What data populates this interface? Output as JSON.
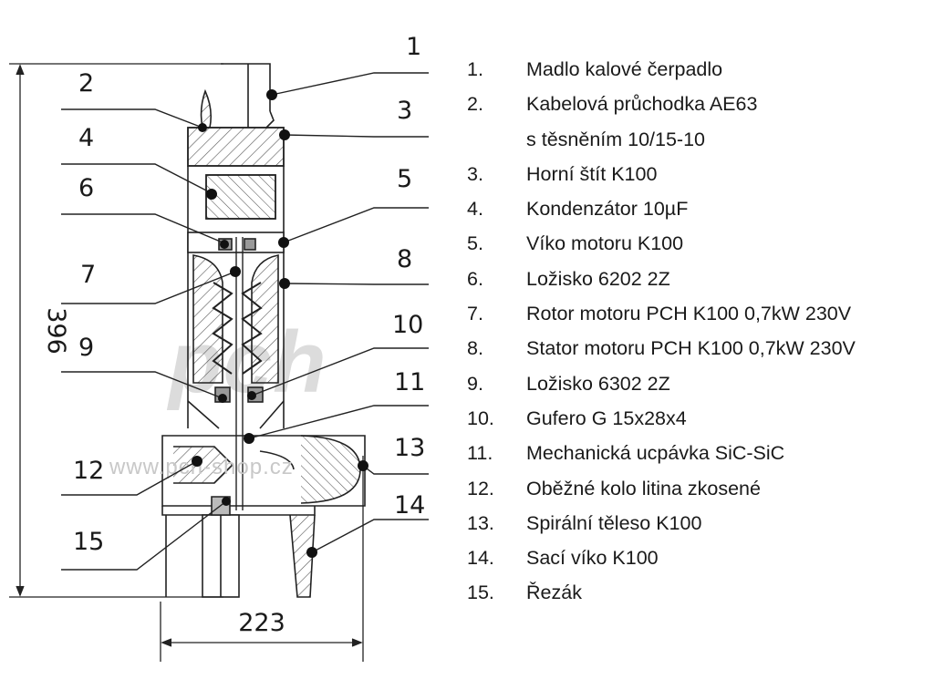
{
  "drawing": {
    "callouts": [
      "1",
      "2",
      "3",
      "4",
      "5",
      "6",
      "7",
      "8",
      "9",
      "10",
      "11",
      "12",
      "13",
      "14",
      "15"
    ],
    "dim_height": "396",
    "dim_width": "223",
    "watermark_logo": "pch",
    "watermark_url": "www.pch-shop.cz"
  },
  "parts_list": [
    {
      "num": "1.",
      "text": "Madlo kalové čerpadlo"
    },
    {
      "num": "2.",
      "text": "Kabelová průchodka AE63"
    },
    {
      "num": "",
      "text": "s těsněním 10/15-10"
    },
    {
      "num": "3.",
      "text": "Horní štít K100"
    },
    {
      "num": "4.",
      "text": "Kondenzátor 10µF"
    },
    {
      "num": "5.",
      "text": "Víko motoru K100"
    },
    {
      "num": "6.",
      "text": "Ložisko 6202 2Z"
    },
    {
      "num": "7.",
      "text": "Rotor motoru PCH K100 0,7kW 230V"
    },
    {
      "num": "8.",
      "text": "Stator motoru PCH K100 0,7kW 230V"
    },
    {
      "num": "9.",
      "text": "Ložisko 6302 2Z"
    },
    {
      "num": "10.",
      "text": "Gufero G 15x28x4"
    },
    {
      "num": "11.",
      "text": "Mechanická ucpávka SiC-SiC"
    },
    {
      "num": "12.",
      "text": "Oběžné kolo litina zkosené"
    },
    {
      "num": "13.",
      "text": "Spirální těleso K100"
    },
    {
      "num": "14.",
      "text": "Sací víko K100"
    },
    {
      "num": "15.",
      "text": "Řezák"
    }
  ]
}
